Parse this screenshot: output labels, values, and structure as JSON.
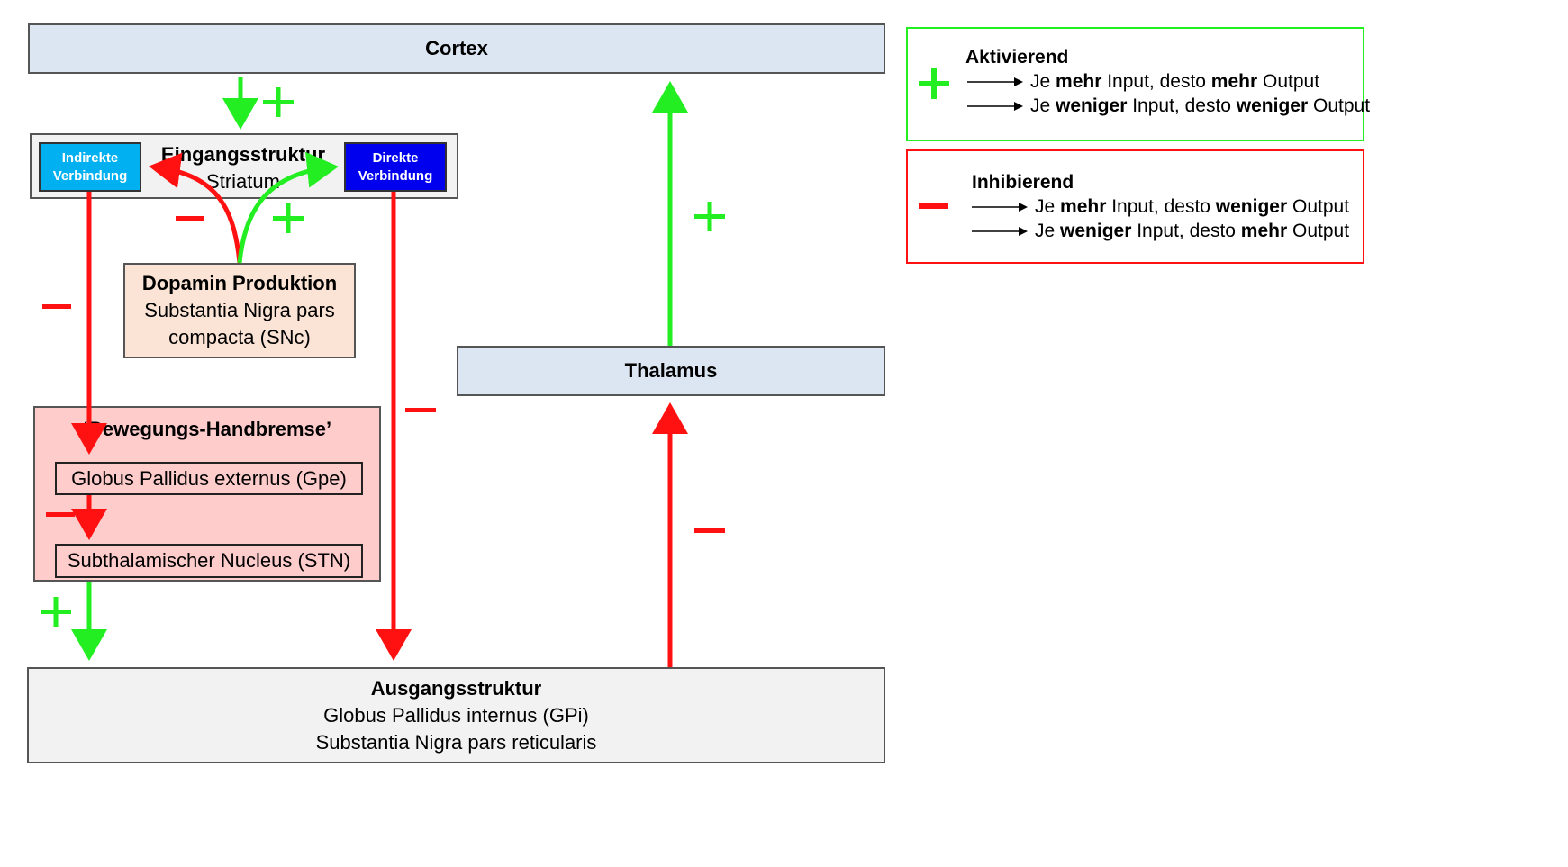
{
  "colors": {
    "activating": "#22ee22",
    "inhibiting": "#ff1111"
  },
  "cortex": {
    "label": "Cortex"
  },
  "input_structure": {
    "title": "Eingangsstruktur",
    "subtitle": "Striatum"
  },
  "indirect": {
    "line1": "Indirekte",
    "line2": "Verbindung"
  },
  "direct": {
    "line1": "Direkte",
    "line2": "Verbindung"
  },
  "dopamine": {
    "title": "Dopamin Produktion",
    "line1": "Substantia Nigra pars",
    "line2": "compacta (SNc)"
  },
  "handbrake": {
    "title": "‘Bewegungs-Handbremse’",
    "gpe": "Globus Pallidus externus (Gpe)",
    "stn": "Subthalamischer Nucleus (STN)"
  },
  "thalamus": {
    "label": "Thalamus"
  },
  "output_structure": {
    "title": "Ausgangsstruktur",
    "line1": "Globus Pallidus internus (GPi)",
    "line2": "Substantia Nigra pars reticularis"
  },
  "signs": {
    "plus": "+",
    "minus": "−"
  },
  "legend": {
    "activating": {
      "title": "Aktivierend",
      "row1": {
        "a": "Je ",
        "b": "mehr",
        "c": " Input, desto ",
        "d": "mehr",
        "e": " Output"
      },
      "row2": {
        "a": "Je ",
        "b": "weniger",
        "c": " Input, desto ",
        "d": "weniger",
        "e": " Output"
      }
    },
    "inhibiting": {
      "title": "Inhibierend",
      "row1": {
        "a": "Je ",
        "b": "mehr",
        "c": " Input, desto ",
        "d": "weniger",
        "e": " Output"
      },
      "row2": {
        "a": "Je ",
        "b": "weniger",
        "c": " Input, desto ",
        "d": "mehr",
        "e": " Output"
      }
    }
  }
}
